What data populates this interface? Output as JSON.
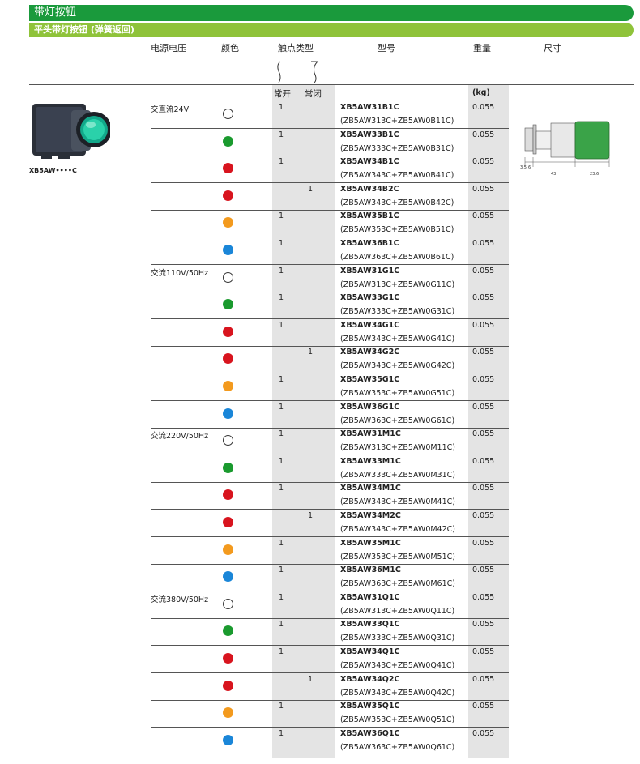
{
  "title": "带灯按钮",
  "subtitle": "平头带灯按钮 (弹簧返回)",
  "headers": {
    "voltage": "电源电压",
    "color": "颜色",
    "contact_type": "触点类型",
    "model": "型号",
    "weight": "重量",
    "size": "尺寸",
    "no": "常开",
    "nc": "常闭",
    "weight_unit": "(kg)"
  },
  "product_label": "XB5AW••••C",
  "dimensions": {
    "d1": "3.5",
    "d2": "6",
    "d3": "43",
    "d4": "23.6"
  },
  "colors": {
    "white": "#ffffff",
    "green": "#1a9a2e",
    "red": "#d8141e",
    "orange": "#f39a1e",
    "blue": "#1a86d8"
  },
  "rows": [
    {
      "voltage": "交直流24V",
      "color": "white",
      "no": "1",
      "nc": "",
      "model": "XB5AW31B1C",
      "parts": "(ZB5AW313C+ZB5AW0B11C)",
      "weight": "0.055"
    },
    {
      "voltage": "",
      "color": "green",
      "no": "1",
      "nc": "",
      "model": "XB5AW33B1C",
      "parts": "(ZB5AW333C+ZB5AW0B31C)",
      "weight": "0.055"
    },
    {
      "voltage": "",
      "color": "red",
      "no": "1",
      "nc": "",
      "model": "XB5AW34B1C",
      "parts": "(ZB5AW343C+ZB5AW0B41C)",
      "weight": "0.055"
    },
    {
      "voltage": "",
      "color": "red",
      "no": "",
      "nc": "1",
      "model": "XB5AW34B2C",
      "parts": "(ZB5AW343C+ZB5AW0B42C)",
      "weight": "0.055"
    },
    {
      "voltage": "",
      "color": "orange",
      "no": "1",
      "nc": "",
      "model": "XB5AW35B1C",
      "parts": "(ZB5AW353C+ZB5AW0B51C)",
      "weight": "0.055"
    },
    {
      "voltage": "",
      "color": "blue",
      "no": "1",
      "nc": "",
      "model": "XB5AW36B1C",
      "parts": "(ZB5AW363C+ZB5AW0B61C)",
      "weight": "0.055"
    },
    {
      "voltage": "交流110V/50Hz",
      "color": "white",
      "no": "1",
      "nc": "",
      "model": "XB5AW31G1C",
      "parts": "(ZB5AW313C+ZB5AW0G11C)",
      "weight": "0.055"
    },
    {
      "voltage": "",
      "color": "green",
      "no": "1",
      "nc": "",
      "model": "XB5AW33G1C",
      "parts": "(ZB5AW333C+ZB5AW0G31C)",
      "weight": "0.055"
    },
    {
      "voltage": "",
      "color": "red",
      "no": "1",
      "nc": "",
      "model": "XB5AW34G1C",
      "parts": "(ZB5AW343C+ZB5AW0G41C)",
      "weight": "0.055"
    },
    {
      "voltage": "",
      "color": "red",
      "no": "",
      "nc": "1",
      "model": "XB5AW34G2C",
      "parts": "(ZB5AW343C+ZB5AW0G42C)",
      "weight": "0.055"
    },
    {
      "voltage": "",
      "color": "orange",
      "no": "1",
      "nc": "",
      "model": "XB5AW35G1C",
      "parts": "(ZB5AW353C+ZB5AW0G51C)",
      "weight": "0.055"
    },
    {
      "voltage": "",
      "color": "blue",
      "no": "1",
      "nc": "",
      "model": "XB5AW36G1C",
      "parts": "(ZB5AW363C+ZB5AW0G61C)",
      "weight": "0.055"
    },
    {
      "voltage": "交流220V/50Hz",
      "color": "white",
      "no": "1",
      "nc": "",
      "model": "XB5AW31M1C",
      "parts": "(ZB5AW313C+ZB5AW0M11C)",
      "weight": "0.055"
    },
    {
      "voltage": "",
      "color": "green",
      "no": "1",
      "nc": "",
      "model": "XB5AW33M1C",
      "parts": "(ZB5AW333C+ZB5AW0M31C)",
      "weight": "0.055"
    },
    {
      "voltage": "",
      "color": "red",
      "no": "1",
      "nc": "",
      "model": "XB5AW34M1C",
      "parts": "(ZB5AW343C+ZB5AW0M41C)",
      "weight": "0.055"
    },
    {
      "voltage": "",
      "color": "red",
      "no": "",
      "nc": "1",
      "model": "XB5AW34M2C",
      "parts": "(ZB5AW343C+ZB5AW0M42C)",
      "weight": "0.055"
    },
    {
      "voltage": "",
      "color": "orange",
      "no": "1",
      "nc": "",
      "model": "XB5AW35M1C",
      "parts": "(ZB5AW353C+ZB5AW0M51C)",
      "weight": "0.055"
    },
    {
      "voltage": "",
      "color": "blue",
      "no": "1",
      "nc": "",
      "model": "XB5AW36M1C",
      "parts": "(ZB5AW363C+ZB5AW0M61C)",
      "weight": "0.055"
    },
    {
      "voltage": "交流380V/50Hz",
      "color": "white",
      "no": "1",
      "nc": "",
      "model": "XB5AW31Q1C",
      "parts": "(ZB5AW313C+ZB5AW0Q11C)",
      "weight": "0.055"
    },
    {
      "voltage": "",
      "color": "green",
      "no": "1",
      "nc": "",
      "model": "XB5AW33Q1C",
      "parts": "(ZB5AW333C+ZB5AW0Q31C)",
      "weight": "0.055"
    },
    {
      "voltage": "",
      "color": "red",
      "no": "1",
      "nc": "",
      "model": "XB5AW34Q1C",
      "parts": "(ZB5AW343C+ZB5AW0Q41C)",
      "weight": "0.055"
    },
    {
      "voltage": "",
      "color": "red",
      "no": "",
      "nc": "1",
      "model": "XB5AW34Q2C",
      "parts": "(ZB5AW343C+ZB5AW0Q42C)",
      "weight": "0.055"
    },
    {
      "voltage": "",
      "color": "orange",
      "no": "1",
      "nc": "",
      "model": "XB5AW35Q1C",
      "parts": "(ZB5AW353C+ZB5AW0Q51C)",
      "weight": "0.055"
    },
    {
      "voltage": "",
      "color": "blue",
      "no": "1",
      "nc": "",
      "model": "XB5AW36Q1C",
      "parts": "(ZB5AW363C+ZB5AW0Q61C)",
      "weight": "0.055"
    }
  ]
}
